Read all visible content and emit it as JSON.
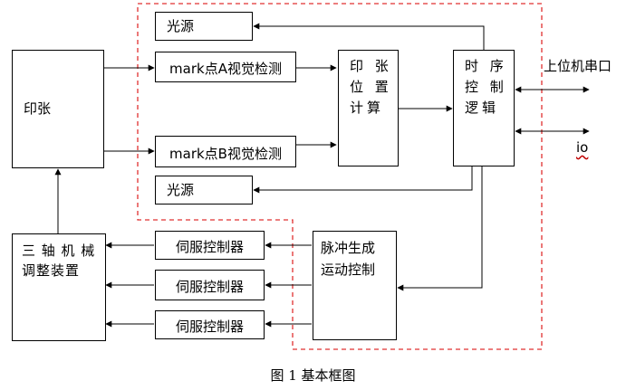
{
  "nodes": {
    "yinzhang": "印张",
    "light_top": "光源",
    "mark_a": "mark点A视觉检测",
    "mark_b": "mark点B视觉检测",
    "light_bottom": "光源",
    "position_calc": "印 张\n位 置\n计算",
    "timing_logic": "时 序\n控 制\n逻辑",
    "three_axis": "三 轴 机 械\n调整装置",
    "servo_1": "伺服控制器",
    "servo_2": "伺服控制器",
    "servo_3": "伺服控制器",
    "pulse_gen": "脉冲生成\n运动控制"
  },
  "labels": {
    "host_serial": "上位机串口",
    "io": "io"
  },
  "caption": "图 1  基本框图",
  "colors": {
    "line": "#000000",
    "dashed_boundary": "#e03030",
    "dot": "#000000"
  }
}
